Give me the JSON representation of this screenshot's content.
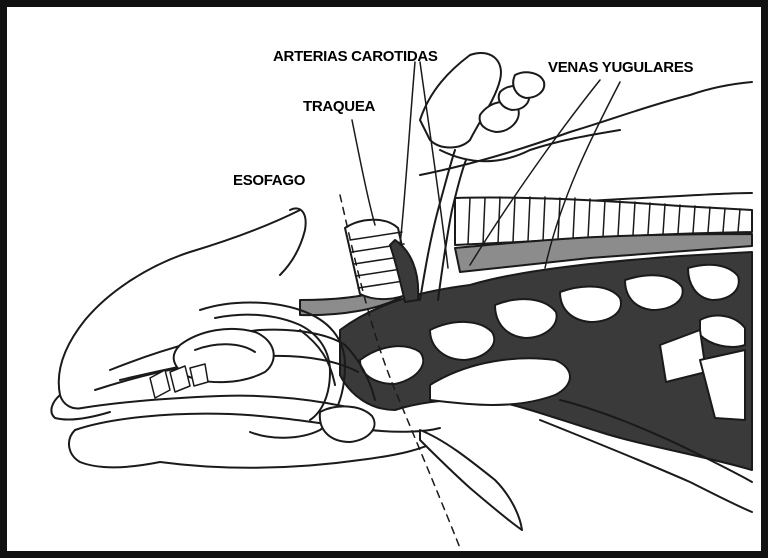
{
  "figure": {
    "labels": {
      "carotid": "ARTERIAS CAROTIDAS",
      "jugular": "VENAS YUGULARES",
      "trachea": "TRAQUEA",
      "esophagus": "ESOFAGO"
    },
    "colors": {
      "outline": "#1a1a1a",
      "dark_tissue": "#3a3a3a",
      "grey_vessel": "#8c8c8c",
      "background": "#ffffff",
      "frame": "#111111"
    }
  }
}
